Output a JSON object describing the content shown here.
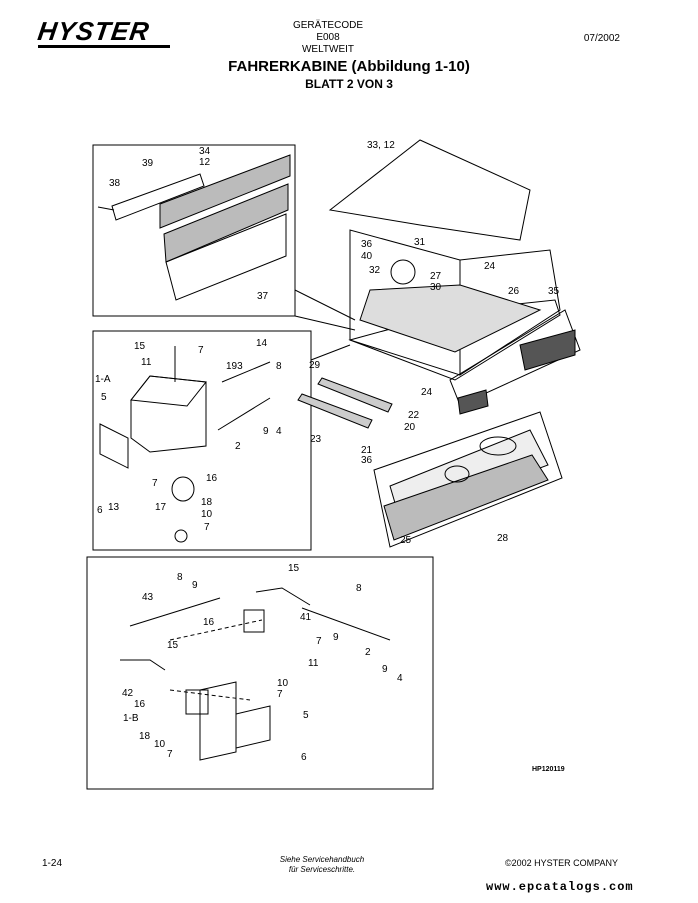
{
  "header": {
    "logo": "HYSTER",
    "code_line1": "GERÄTECODE E008",
    "code_line2": "WELTWEIT",
    "date": "07/2002"
  },
  "title": "FAHRERKABINE (Abbildung 1-10)",
  "subtitle": "BLATT 2 VON 3",
  "figure": {
    "ref": "HP120119",
    "callouts_top_left": [
      "34",
      "12",
      "39",
      "38",
      "37"
    ],
    "callouts_cabin": [
      "33, 12",
      "36",
      "40",
      "31",
      "32",
      "27",
      "30",
      "24",
      "26",
      "35",
      "29",
      "24",
      "22",
      "20",
      "23",
      "21",
      "36"
    ],
    "callouts_mount": [
      "15",
      "7",
      "14",
      "11",
      "193",
      "8",
      "1-A",
      "5",
      "9",
      "4",
      "2",
      "16",
      "7",
      "18",
      "10",
      "7",
      "6",
      "13",
      "17"
    ],
    "callouts_mat": [
      "25",
      "28"
    ],
    "callouts_bottom": [
      "8",
      "9",
      "15",
      "8",
      "43",
      "41",
      "16",
      "7",
      "9",
      "15",
      "11",
      "2",
      "9",
      "4",
      "42",
      "16",
      "10",
      "7",
      "1-B",
      "18",
      "10",
      "7",
      "5",
      "6"
    ]
  },
  "footer": {
    "page": "1-24",
    "note_line1": "Siehe Servicehandbuch",
    "note_line2": "für Serviceschritte.",
    "copyright": "©2002 HYSTER COMPANY",
    "watermark": "www.epcatalogs.com"
  }
}
